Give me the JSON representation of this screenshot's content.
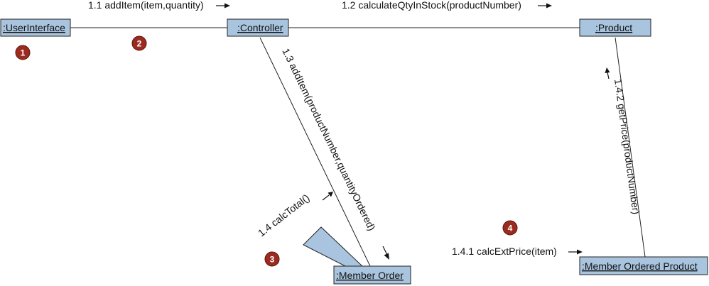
{
  "objects": {
    "user_interface": ":UserInterface",
    "controller": ":Controller",
    "product": ":Product",
    "member_order": ":Member Order",
    "member_ordered_product": ":Member Ordered Product"
  },
  "messages": {
    "m1_1": "1.1 addItem(item,quantity)",
    "m1_2": "1.2 calculateQtyInStock(productNumber)",
    "m1_3": "1.3 addItem(productNumber,quantityOrdered)",
    "m1_4": "1.4 calcTotal()",
    "m1_4_1": "1.4.1 calcExtPrice(item)",
    "m1_4_2": "1.4.2 getPrice(productNumber)"
  },
  "badges": [
    "1",
    "2",
    "3",
    "4"
  ],
  "colors": {
    "object_fill": "#a9c4de",
    "badge_fill": "#9b2a1f"
  }
}
